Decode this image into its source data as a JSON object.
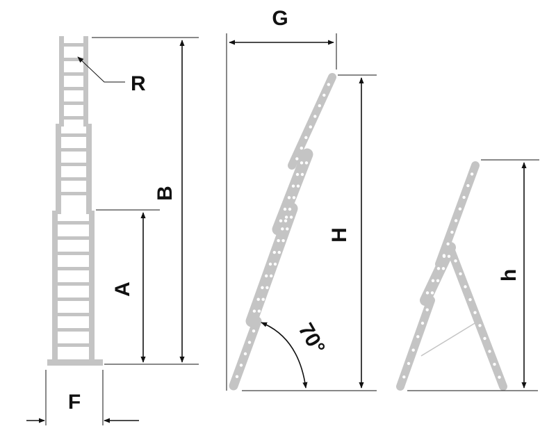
{
  "labels": {
    "G": "G",
    "R": "R",
    "B": "B",
    "A": "A",
    "F": "F",
    "H": "H",
    "h": "h",
    "angle": "70°"
  },
  "colors": {
    "ladder": "#c4c4c4",
    "lines": "#111111",
    "background": "#ffffff"
  }
}
